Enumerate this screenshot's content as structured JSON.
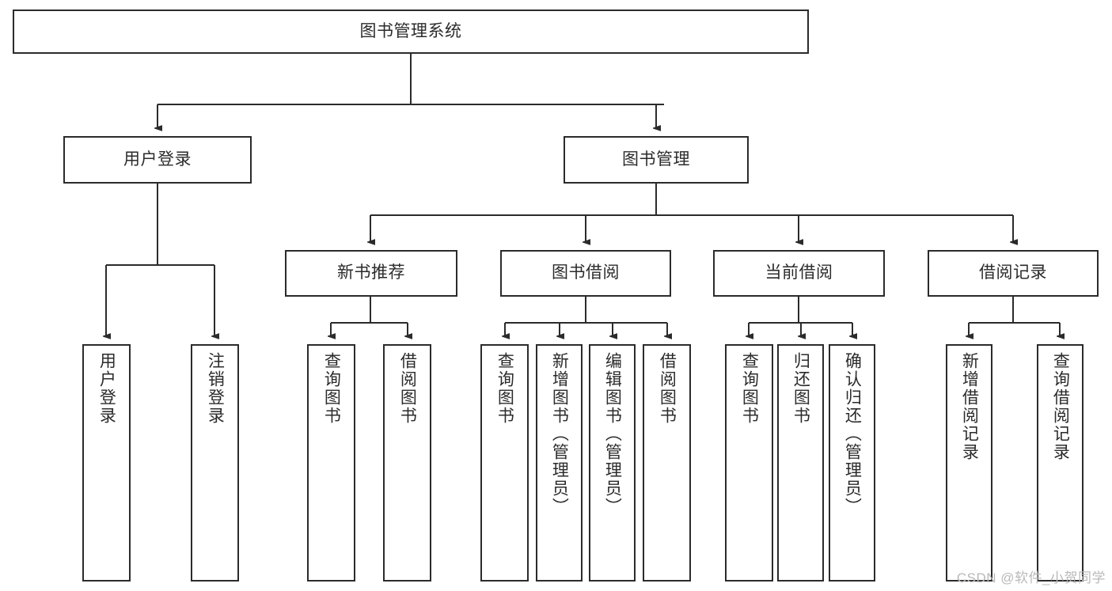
{
  "diagram": {
    "type": "hierarchy-tree",
    "title": "图书管理系统",
    "watermark": "CSDN @软件_小贺同学",
    "colors": {
      "background": "#ffffff",
      "box_border": "#2b2b2b",
      "box_fill": "#ffffff",
      "text": "#2b2b2b",
      "connector": "#2b2b2b",
      "watermark": "#b9b9b9"
    },
    "root": {
      "label": "图书管理系统"
    },
    "level1": [
      {
        "label": "用户登录"
      },
      {
        "label": "图书管理"
      }
    ],
    "level2": [
      {
        "label": "新书推荐"
      },
      {
        "label": "图书借阅"
      },
      {
        "label": "当前借阅"
      },
      {
        "label": "借阅记录"
      }
    ],
    "leaves": {
      "user_login": [
        {
          "label": "用户登录"
        },
        {
          "label": "注销登录"
        }
      ],
      "new_book_recommend": [
        {
          "label": "查询图书"
        },
        {
          "label": "借阅图书"
        }
      ],
      "book_borrow": [
        {
          "label": "查询图书"
        },
        {
          "label": "新增图书（管理员）"
        },
        {
          "label": "编辑图书（管理员）"
        },
        {
          "label": "借阅图书"
        }
      ],
      "current_borrow": [
        {
          "label": "查询图书"
        },
        {
          "label": "归还图书"
        },
        {
          "label": "确认归还（管理员）"
        }
      ],
      "borrow_record": [
        {
          "label": "新增借阅记录"
        },
        {
          "label": "查询借阅记录"
        }
      ]
    }
  }
}
